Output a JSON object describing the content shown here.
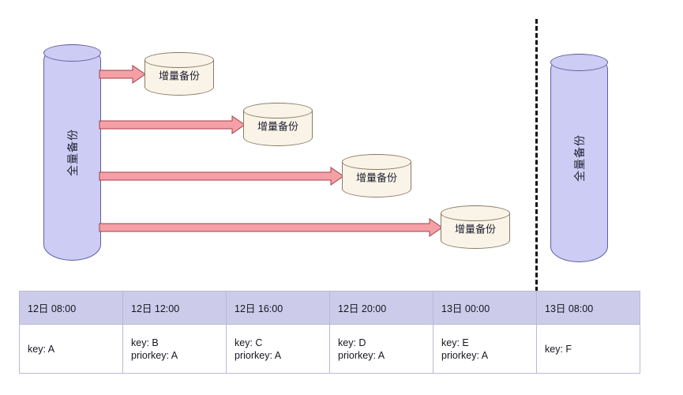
{
  "diagram": {
    "full_backup_label": "全量备份",
    "incremental_label": "增量备份",
    "cylinders": {
      "left_full": {
        "label": "全量备份"
      },
      "right_full": {
        "label": "全量备份"
      },
      "incrementals": [
        {
          "label": "增量备份"
        },
        {
          "label": "增量备份"
        },
        {
          "label": "增量备份"
        },
        {
          "label": "增量备份"
        }
      ]
    },
    "colors": {
      "full_backup_fill": "#ccccf4",
      "full_backup_stroke": "#5f5fa3",
      "incremental_fill": "#faf4e8",
      "incremental_stroke": "#8a7a63",
      "arrow_fill": "#f4a0a6",
      "arrow_stroke": "#a34048",
      "divider": "#111111",
      "table_header_fill": "#ccccea",
      "table_border": "#b9b9d6"
    }
  },
  "table": {
    "headers": [
      "12日 08:00",
      "12日 12:00",
      "12日 16:00",
      "12日 20:00",
      "13日 00:00",
      "13日 08:00"
    ],
    "rows": [
      [
        {
          "key": "key: A",
          "priorkey": ""
        },
        {
          "key": "key: B",
          "priorkey": "priorkey: A"
        },
        {
          "key": "key: C",
          "priorkey": "priorkey: A"
        },
        {
          "key": "key: D",
          "priorkey": "priorkey: A"
        },
        {
          "key": "key: E",
          "priorkey": "priorkey: A"
        },
        {
          "key": "key: F",
          "priorkey": ""
        }
      ]
    ]
  }
}
